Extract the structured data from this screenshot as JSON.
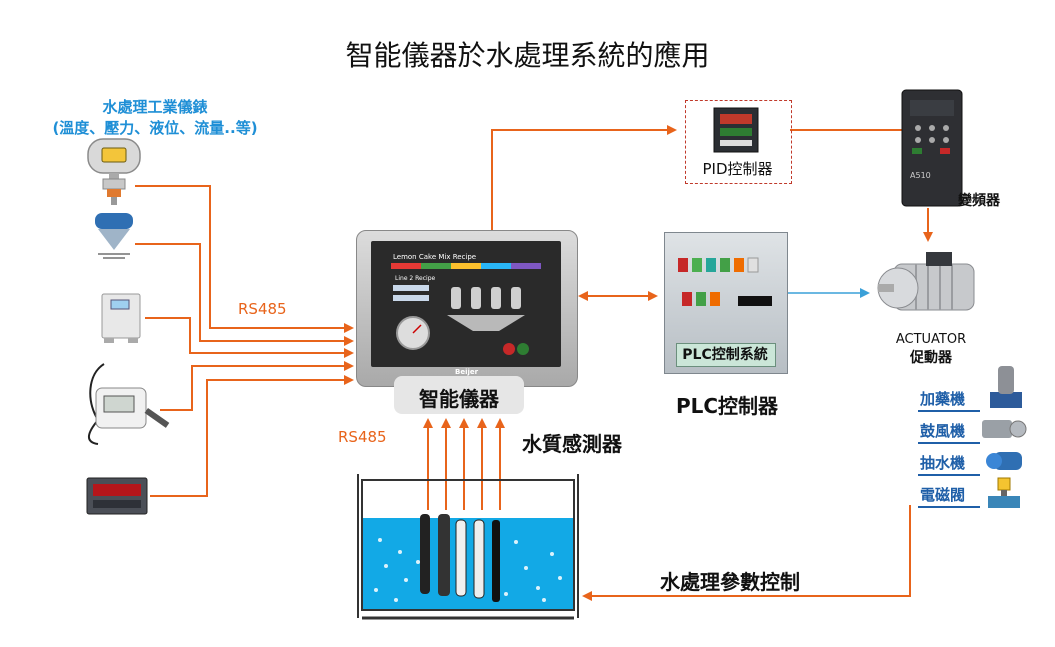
{
  "title": "智能儀器於水處理系統的應用",
  "instruments": {
    "heading_line1": "水處理工業儀錶",
    "heading_line2": "(溫度、壓力、液位、流量..等)",
    "rs485_label": "RS485"
  },
  "smart_instrument": {
    "label": "智能儀器",
    "screen_title": "Lemon Cake Mix Recipe",
    "screen_subtitle": "Line 2 Recipe",
    "brand": "Beijer"
  },
  "sensors": {
    "rs485_label": "RS485",
    "label": "水質感測器"
  },
  "pid": {
    "label": "PID控制器"
  },
  "plc": {
    "panel_label": "PLC控制系統",
    "label": "PLC控制器"
  },
  "vfd": {
    "label": "變頻器",
    "model": "A510"
  },
  "actuator": {
    "label_en": "ACTUATOR",
    "label_zh": "促動器",
    "items": [
      "加藥機",
      "鼓風機",
      "抽水機",
      "電磁閥"
    ]
  },
  "control": {
    "label": "水處理參數控制"
  },
  "colors": {
    "arrow": "#e8641b",
    "blue_link": "#3aa0d8",
    "water": "#12a9e6",
    "pid_border": "#c0392b"
  }
}
